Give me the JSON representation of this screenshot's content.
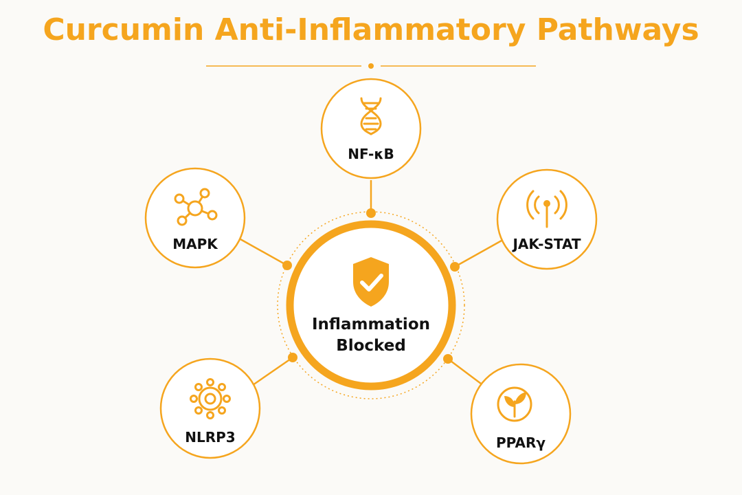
{
  "title": "Curcumin Anti-Inflammatory Pathways",
  "center": {
    "line1": "Inflammation",
    "line2": "Blocked",
    "icon": "shield-check-icon"
  },
  "pathways": [
    {
      "id": "nfkb",
      "label": "NF-κB",
      "icon": "dna-icon"
    },
    {
      "id": "mapk",
      "label": "MAPK",
      "icon": "molecule-network-icon"
    },
    {
      "id": "jakstat",
      "label": "JAK-STAT",
      "icon": "signal-antenna-icon"
    },
    {
      "id": "nlrp3",
      "label": "NLRP3",
      "icon": "inflammasome-icon"
    },
    {
      "id": "ppar",
      "label": "PPARγ",
      "icon": "leaf-icon"
    }
  ],
  "colors": {
    "accent": "#f5a51e",
    "text": "#111111",
    "background": "#fbfaf7"
  }
}
